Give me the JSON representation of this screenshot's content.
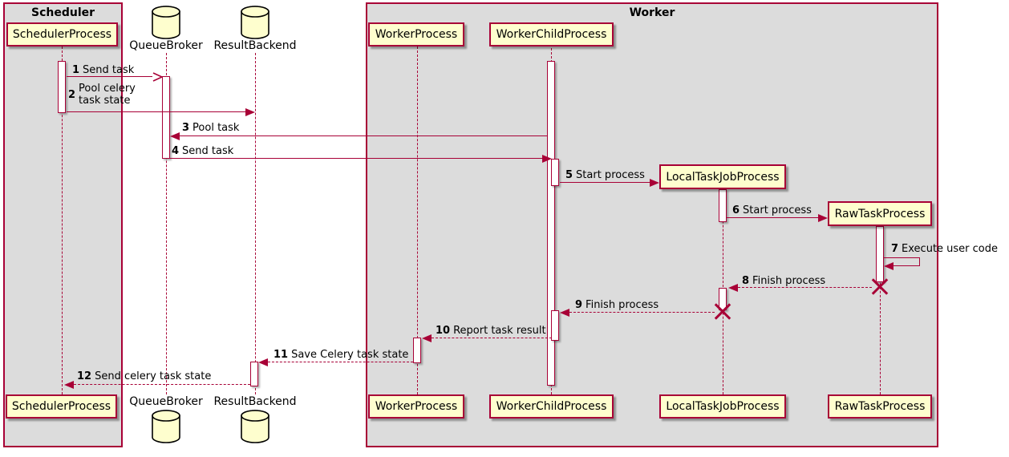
{
  "frames": {
    "scheduler": "Scheduler",
    "worker": "Worker"
  },
  "participants": {
    "scheduler_process": "SchedulerProcess",
    "queue_broker": "QueueBroker",
    "result_backend": "ResultBackend",
    "worker_process": "WorkerProcess",
    "worker_child_process": "WorkerChildProcess",
    "local_task_job_process": "LocalTaskJobProcess",
    "raw_task_process": "RawTaskProcess"
  },
  "messages": [
    {
      "num": "1",
      "text": "Send task"
    },
    {
      "num": "2",
      "line1": "Pool celery",
      "line2": "task state"
    },
    {
      "num": "3",
      "text": "Pool task"
    },
    {
      "num": "4",
      "text": "Send task"
    },
    {
      "num": "5",
      "text": "Start process"
    },
    {
      "num": "6",
      "text": "Start process"
    },
    {
      "num": "7",
      "text": "Execute user code"
    },
    {
      "num": "8",
      "text": "Finish process"
    },
    {
      "num": "9",
      "text": "Finish process"
    },
    {
      "num": "10",
      "text": "Report task result"
    },
    {
      "num": "11",
      "text": "Save Celery task state"
    },
    {
      "num": "12",
      "text": "Send celery task state"
    }
  ],
  "icons": {
    "database_icon": "cylinder-shape",
    "destroy_icon": "x-cross"
  },
  "colors": {
    "border": "#A80036",
    "participant_fill": "#FEFECE",
    "frame_fill": "#DCDCDC",
    "lifeline": "#A80036",
    "text": "#000000"
  }
}
